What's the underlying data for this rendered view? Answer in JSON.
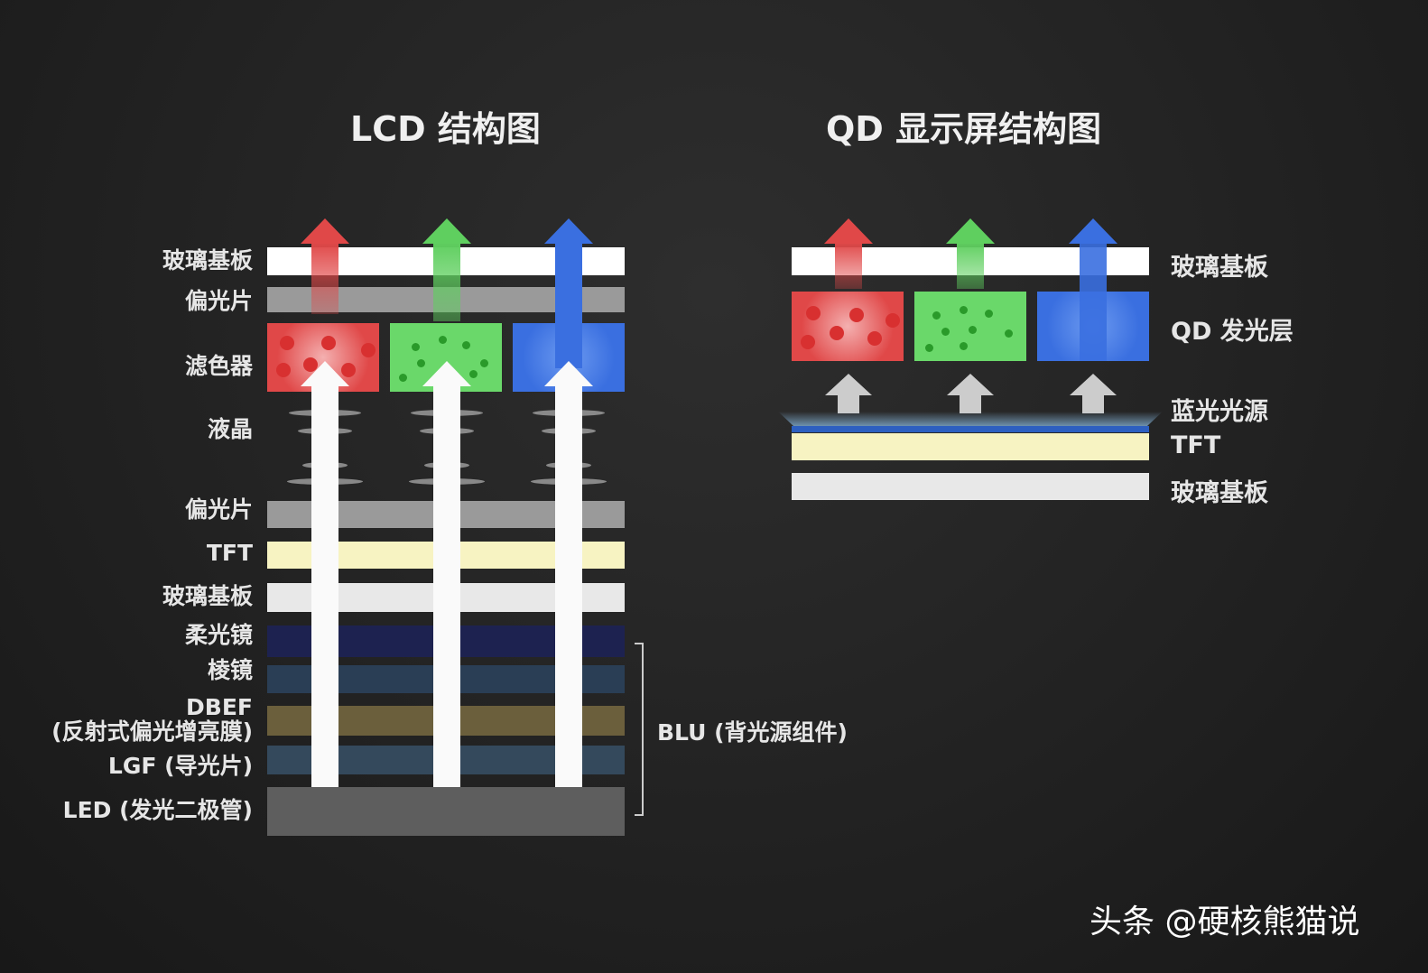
{
  "lcd": {
    "title": "LCD 结构图",
    "labels": [
      "玻璃基板",
      "偏光片",
      "滤色器",
      "液晶",
      "偏光片",
      "TFT",
      "玻璃基板",
      "柔光镜",
      "棱镜",
      "DBEF",
      "(反射式偏光增亮膜)",
      "LGF (导光片)",
      "LED (发光二极管)"
    ],
    "blu_label": "BLU (背光源组件)"
  },
  "qd": {
    "title": "QD 显示屏结构图",
    "labels": [
      "玻璃基板",
      "QD 发光层",
      "蓝光光源",
      "TFT",
      "玻璃基板"
    ]
  },
  "watermark": "头条 @硬核熊猫说",
  "colors": {
    "red": "#e04848",
    "green": "#5fcf5f",
    "blue": "#3a6fe0",
    "glass": "#ffffff",
    "polarizer": "#9a9a9a",
    "tft": "#f7f3c2"
  }
}
